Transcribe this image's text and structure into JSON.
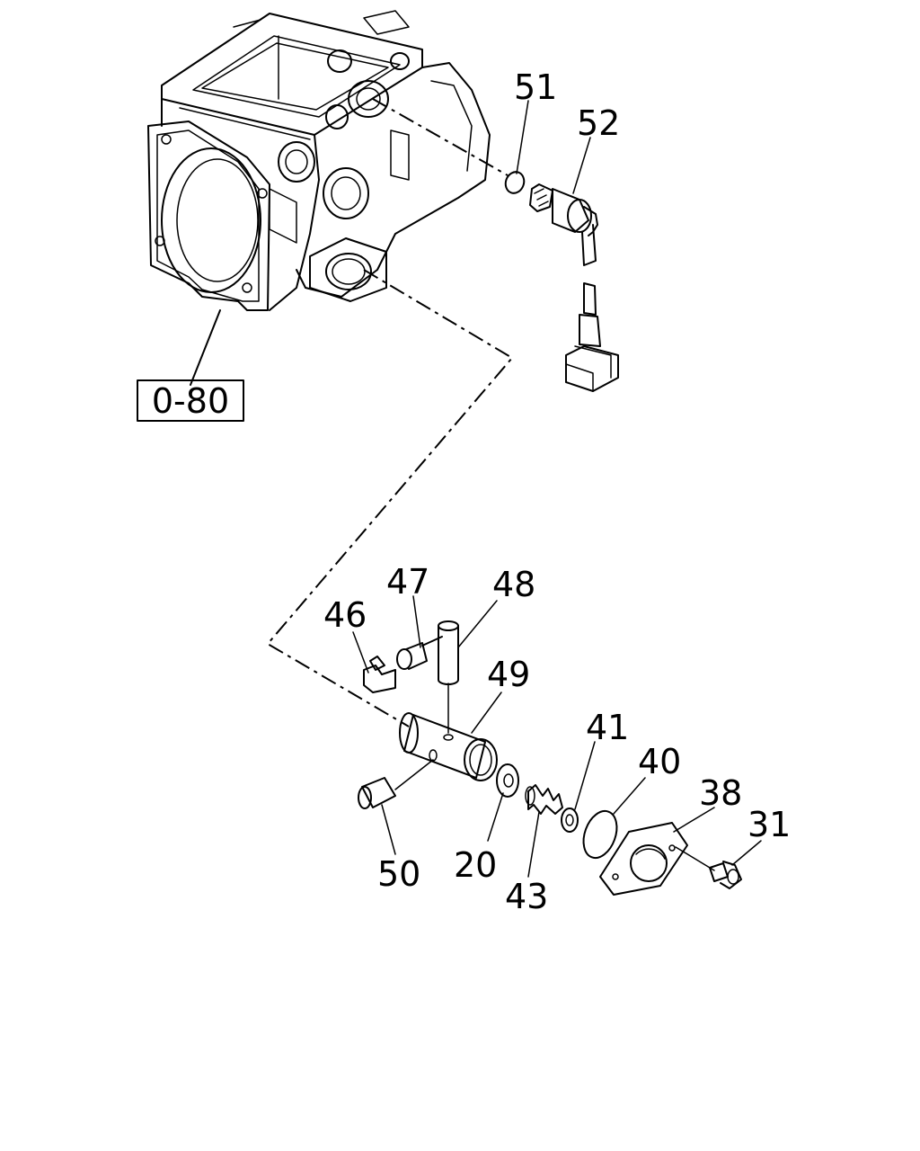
{
  "diagram": {
    "reference_label": "0-80",
    "callouts": {
      "c51": "51",
      "c52": "52",
      "c47": "47",
      "c48": "48",
      "c46": "46",
      "c49": "49",
      "c41": "41",
      "c40": "40",
      "c38": "38",
      "c31": "31",
      "c50": "50",
      "c20": "20",
      "c43": "43"
    }
  }
}
